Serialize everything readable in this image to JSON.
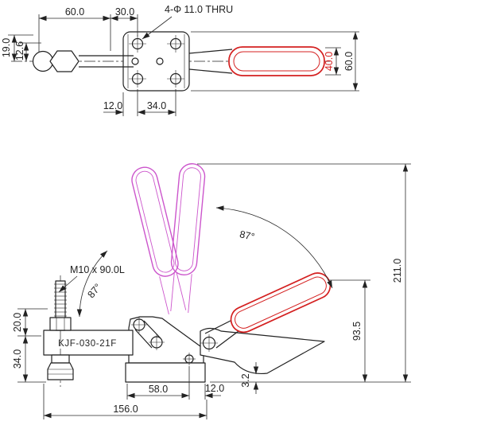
{
  "drawing": {
    "colors": {
      "line": "#222222",
      "accent_red": "#d42020",
      "phantom_magenta": "#cc55cc"
    },
    "top_view": {
      "hole_note": "4-Φ 11.0 THRU",
      "dim_width_left": "60.0",
      "dim_width_mid": "30.0",
      "dim_offset_19": "19.0",
      "dim_offset_12_6": "12.6",
      "dim_handle_height": "40.0",
      "dim_plate_height": "60.0",
      "dim_edge_to_hole": "12.0",
      "dim_hole_spacing": "34.0"
    },
    "side_view": {
      "thread_label": "M10 x 90.0L",
      "model_label": "KJF-030-21F",
      "angle_open": "87°",
      "angle_bar": "87°",
      "dim_spindle_top": "20.0",
      "dim_spindle_bottom": "34.0",
      "dim_base_hole": "58.0",
      "dim_base_edge": "12.0",
      "dim_tip_gap": "3.2",
      "dim_handle_height": "93.5",
      "dim_total_height": "211.0",
      "dim_total_length": "156.0"
    }
  }
}
